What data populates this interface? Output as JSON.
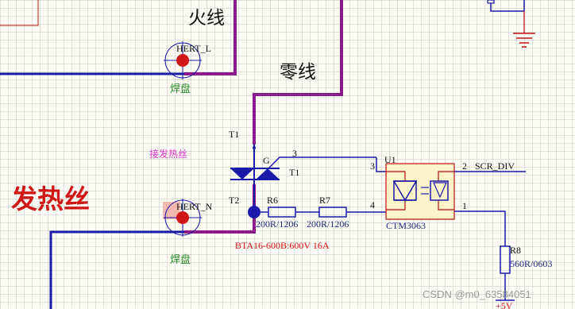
{
  "labels": {
    "live_wire": "火线",
    "neutral_wire": "零线",
    "heating_wire_title": "发热丝",
    "connect_heating_wire": "接发热丝",
    "pad_top": "焊盘",
    "pad_bottom": "焊盘",
    "hert_l": "HERT_L",
    "hert_n": "HERT_N",
    "t1_top": "T1",
    "t2": "T2",
    "gate_g": "G",
    "triac_t1": "T1",
    "pin3_gate": "3",
    "u1": "U1",
    "u1_pin3": "3",
    "u1_pin4": "4",
    "pin2": "2",
    "scr_div": "SCR_DIV",
    "pin1": "1",
    "r6": "R6",
    "r7": "R7",
    "r6_value": "200R/1206",
    "r7_value": "200R/1206",
    "triac_part": "BTA16-600B:600V 16A",
    "opto_part": "CTM3063",
    "r8": "R8",
    "r8_value": "560R/0603",
    "supply": "+5V",
    "watermark": "CSDN @m0_63584051"
  },
  "colors": {
    "power_wire": "#8b1a8b",
    "signal_wire": "#1a1aa8",
    "title_text": "#d01818",
    "pad_text": "#2a8a2a",
    "note_text": "#e030c8",
    "opto_body": "#fdf3c8"
  }
}
